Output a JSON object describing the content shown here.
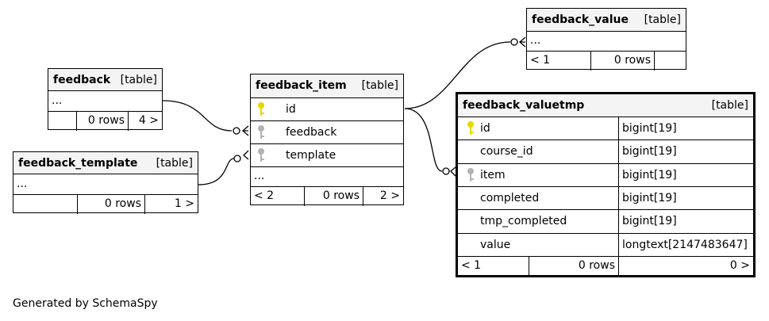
{
  "tables": {
    "feedback": {
      "name": "feedback",
      "kind": "[table]",
      "more": "...",
      "stats": {
        "left": "",
        "rows": "0 rows",
        "right": "4 >"
      }
    },
    "feedback_template": {
      "name": "feedback_template",
      "kind": "[table]",
      "more": "...",
      "stats": {
        "left": "",
        "rows": "0 rows",
        "right": "1 >"
      }
    },
    "feedback_item": {
      "name": "feedback_item",
      "kind": "[table]",
      "columns": [
        {
          "name": "id",
          "key": "primary"
        },
        {
          "name": "feedback",
          "key": "foreign"
        },
        {
          "name": "template",
          "key": "foreign"
        }
      ],
      "more": "...",
      "stats": {
        "left": "< 2",
        "rows": "0 rows",
        "right": "2 >"
      }
    },
    "feedback_value": {
      "name": "feedback_value",
      "kind": "[table]",
      "more": "...",
      "stats": {
        "left": "< 1",
        "rows": "0 rows",
        "right": ""
      }
    },
    "feedback_valuetmp": {
      "name": "feedback_valuetmp",
      "kind": "[table]",
      "columns": [
        {
          "name": "id",
          "type": "bigint[19]",
          "key": "primary"
        },
        {
          "name": "course_id",
          "type": "bigint[19]",
          "key": ""
        },
        {
          "name": "item",
          "type": "bigint[19]",
          "key": "foreign"
        },
        {
          "name": "completed",
          "type": "bigint[19]",
          "key": ""
        },
        {
          "name": "tmp_completed",
          "type": "bigint[19]",
          "key": ""
        },
        {
          "name": "value",
          "type": "longtext[2147483647]",
          "key": ""
        }
      ],
      "stats": {
        "left": "< 1",
        "rows": "0 rows",
        "right": "0 >"
      }
    }
  },
  "relationships": [
    {
      "from": "feedback",
      "to": "feedback_item.feedback"
    },
    {
      "from": "feedback_template",
      "to": "feedback_item.template"
    },
    {
      "from": "feedback_item.id",
      "to": "feedback_value"
    },
    {
      "from": "feedback_item.id",
      "to": "feedback_valuetmp.item"
    }
  ],
  "colors": {
    "primary_key": "#e6d800",
    "foreign_key": "#b3b3b3",
    "header_bg": "#f4f4f4"
  },
  "footer": "Generated by SchemaSpy"
}
